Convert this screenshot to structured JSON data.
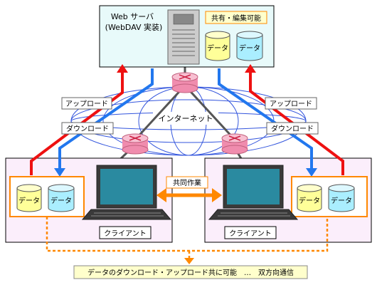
{
  "server": {
    "title_line1": "Web サーバ",
    "title_line2": "(WebDAV 実装)",
    "badge": "共有・編集可能",
    "data_left": "データ",
    "data_right": "データ"
  },
  "network": {
    "internet_label": "インターネット"
  },
  "links": {
    "upload_left": "アップロード",
    "download_left": "ダウンロード",
    "upload_right": "アップロード",
    "download_right": "ダウンロード"
  },
  "center": {
    "collab_label": "共同作業"
  },
  "client_left": {
    "label": "クライアント",
    "data_left": "データ",
    "data_right": "データ"
  },
  "client_right": {
    "label": "クライアント",
    "data_left": "データ",
    "data_right": "データ"
  },
  "footer": {
    "text": "データのダウンロード・アップロード共に可能　…　双方向通信"
  },
  "colors": {
    "upload": "#ee1111",
    "download": "#2277ee",
    "accent": "#ff8800",
    "router": "#f4a0b8",
    "server_bg": "#e8fafa",
    "client_bg": "#fbeefb",
    "badge_bg": "#ffffcc",
    "db_yellow": "#ffff99",
    "db_cyan": "#aaeeff",
    "monitor": "#2a8aa0"
  }
}
